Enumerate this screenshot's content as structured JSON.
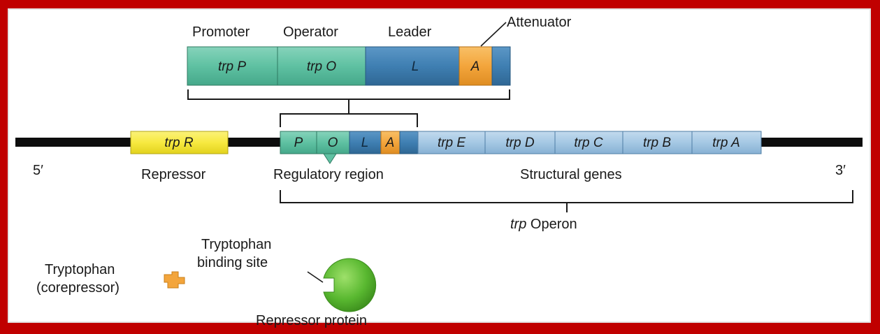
{
  "labels": {
    "promoter": "Promoter",
    "operator": "Operator",
    "leader": "Leader",
    "attenuator": "Attenuator",
    "five_prime": "5′",
    "three_prime": "3′",
    "repressor": "Repressor",
    "regulatory_region": "Regulatory region",
    "structural_genes": "Structural genes",
    "operon_italic": "trp",
    "operon_rest": " Operon",
    "tryptophan_site_line1": "Tryptophan",
    "tryptophan_site_line2": "binding site",
    "tryptophan_line1": "Tryptophan",
    "tryptophan_line2": "(corepressor)",
    "repressor_protein": "Repressor protein"
  },
  "zoom_segments": {
    "trpP": "trp P",
    "trpO": "trp O",
    "L": "L",
    "A": "A"
  },
  "chromosome": {
    "trpR": "trp R",
    "P": "P",
    "O": "O",
    "L": "L",
    "A": "A",
    "genes": [
      "trp E",
      "trp D",
      "trp C",
      "trp B",
      "trp A"
    ]
  },
  "colors": {
    "border": "#c00000",
    "teal": "#5fc1a2",
    "blue_dark": "#3f7fb2",
    "orange": "#f3a53c",
    "blue_light": "#a5c8e4",
    "yellow": "#f7e940",
    "green": "#59b830"
  }
}
